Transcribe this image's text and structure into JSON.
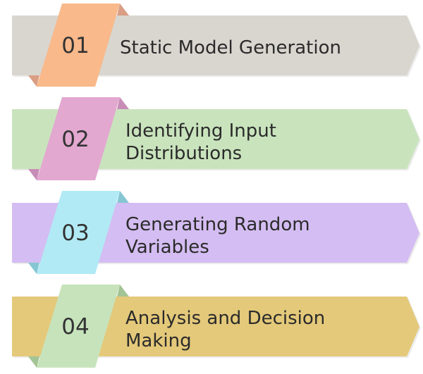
{
  "steps": [
    {
      "number": "01",
      "lines": [
        "Static Model Generation"
      ],
      "bar_color": "#d9d5cf",
      "tab_color": "#f9b98a",
      "fold_color": "#d99e84"
    },
    {
      "number": "02",
      "lines": [
        "Identifying Input",
        "Distributions"
      ],
      "bar_color": "#c9e4bd",
      "tab_color": "#e2a8d0",
      "fold_color": "#c88db6"
    },
    {
      "number": "03",
      "lines": [
        "Generating Random",
        "Variables"
      ],
      "bar_color": "#d4bdf2",
      "tab_color": "#b1eaf5",
      "fold_color": "#86c6d2"
    },
    {
      "number": "04",
      "lines": [
        "Analysis and Decision",
        "Making"
      ],
      "bar_color": "#e4c97a",
      "tab_color": "#c7e3bb",
      "fold_color": "#a3c495"
    }
  ]
}
